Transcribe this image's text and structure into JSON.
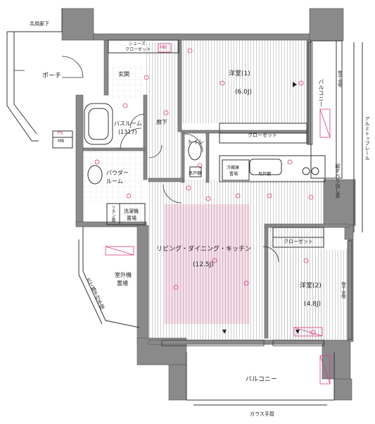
{
  "labels": {
    "common_corridor": "共用廊下",
    "porch": "ポーチ",
    "ps": "PS",
    "mb": "MB",
    "shoe_closet_1": "シューズ",
    "shoe_closet_2": "クローゼット",
    "mb2": "MB",
    "entrance": "玄関",
    "bathroom": "バスルーム",
    "bathroom_size": "(1317)",
    "hall": "廊下",
    "powder_room_1": "パウダー",
    "powder_room_2": "ルーム",
    "toilet": "トイレ",
    "linen": "リネン庫",
    "washer_1": "洗濯機",
    "washer_2": "置場",
    "fridge_1": "冷蔵庫",
    "fridge_2": "置場",
    "cupboard": "吊戸棚",
    "small_cupboard": "吊戸棚",
    "western1": "洋室(1)",
    "western1_size": "(6.0J)",
    "closet1": "クローゼット",
    "balcony_right": "バルコニー",
    "drying_right": "物干金物",
    "aluminum_rail": "アルミトップレール",
    "eaves": "縦すべり出し窓",
    "ldk": "リビング・ダイニング・キッチン",
    "ldk_size": "(12.5J)",
    "outdoor_unit_1": "室外機",
    "outdoor_unit_2": "置場",
    "frame_left": "たて格子付手摺",
    "closet2": "クローゼット",
    "western2": "洋室(2)",
    "western2_size": "(4.8J)",
    "drying_side": "物干金物",
    "balcony_bottom": "バルコニー",
    "glass_rail": "ガラス手摺"
  },
  "colors": {
    "wall": "#8a8a8a",
    "line": "#333333",
    "floor_stripe": "#bdbdbd",
    "accent": "#d83a83",
    "pink_area": "#f6e1ea"
  }
}
